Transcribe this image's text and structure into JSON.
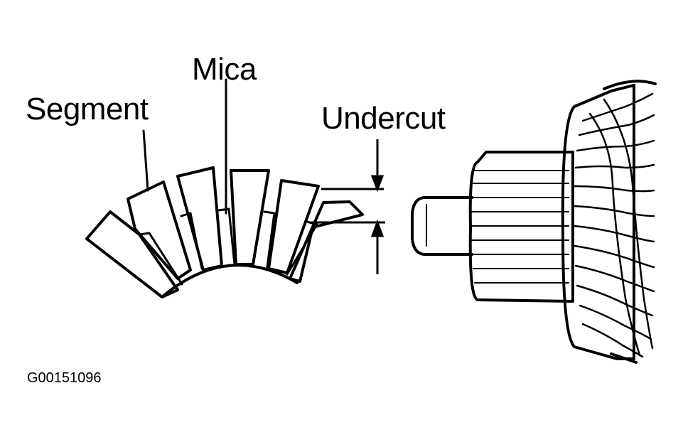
{
  "labels": {
    "segment": "Segment",
    "mica": "Mica",
    "undercut": "Undercut"
  },
  "figure_id": "G00151096",
  "colors": {
    "ink": "#000000",
    "paper": "#ffffff"
  }
}
